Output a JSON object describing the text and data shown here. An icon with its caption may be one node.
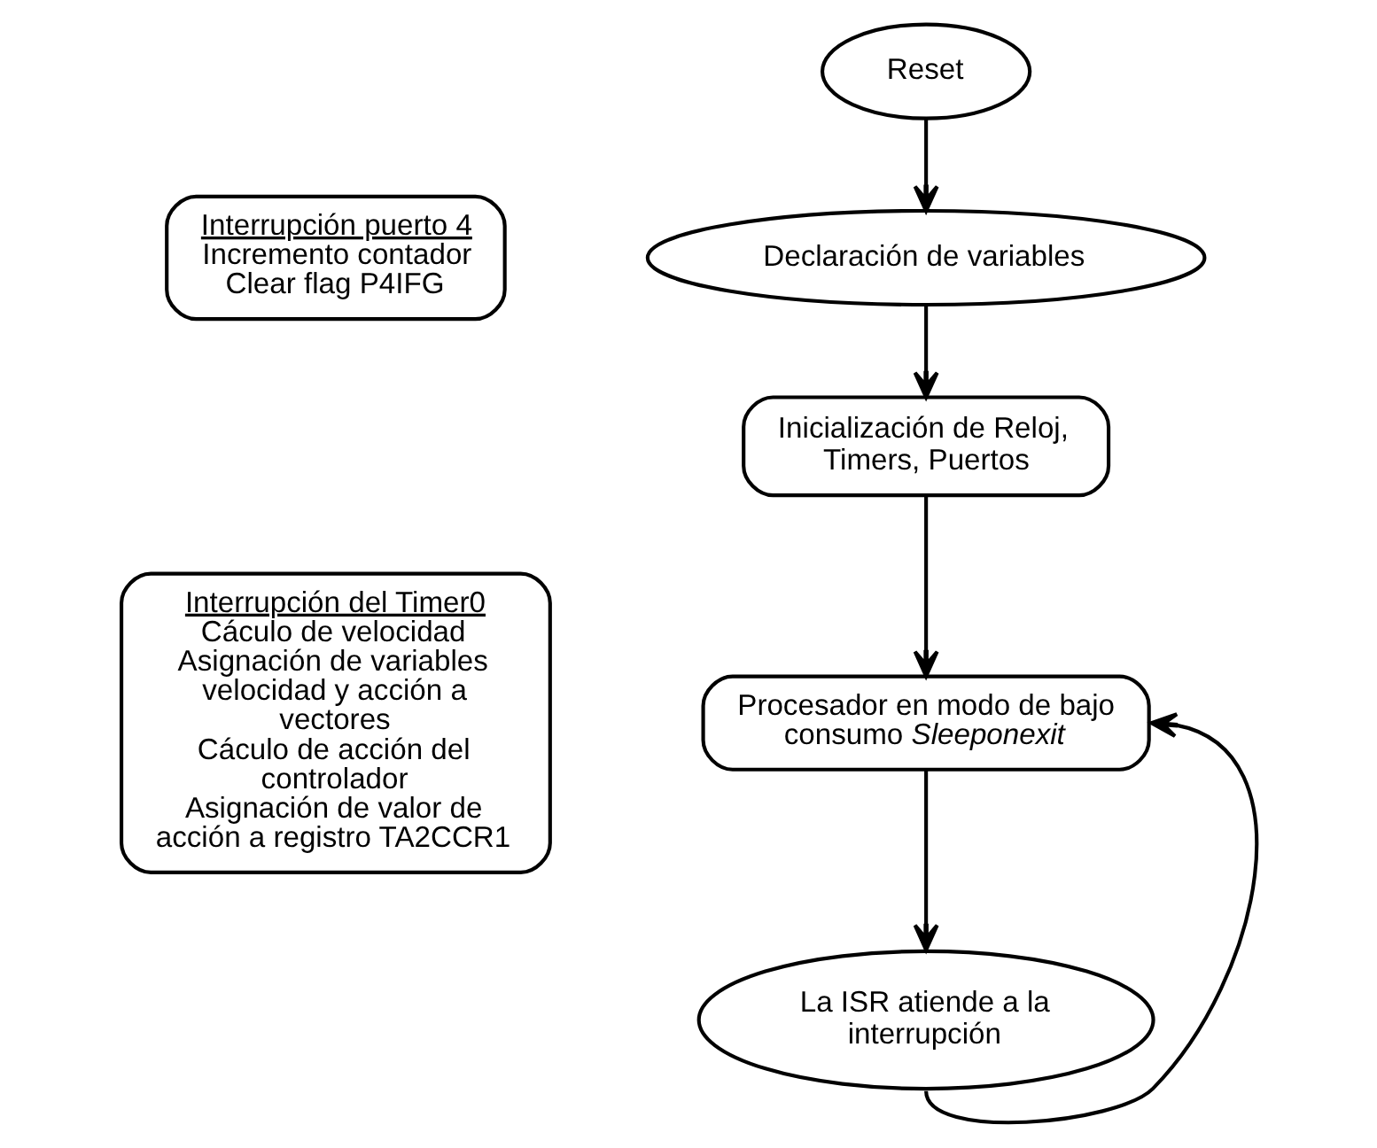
{
  "diagram": {
    "nodes": [
      {
        "text": [
          "Interrupción puerto 4",
          "Incremento contador",
          "Clear flag P4IFG"
        ]
      },
      {
        "text": [
          "Interrupción del Timer0",
          "Cáculo de velocidad",
          "Asignación de variables velocidad y acción a vectores",
          "Cáculo de acción del controlador",
          "Asignación de valor de acción a registro TA2CCR1"
        ]
      },
      {
        "text": [
          "Reset"
        ]
      },
      {
        "text": [
          "Declaración de variables"
        ]
      },
      {
        "text": [
          "Inicialización de Reloj, Timers, Puertos"
        ]
      },
      {
        "text": [
          "Procesador en modo de bajo consumo *Sleeponexit*"
        ]
      },
      {
        "text": [
          "La ISR atiende a la interrupción"
        ]
      }
    ],
    "edges": [
      {
        "from": 2,
        "to": 3,
        "arrow": "to"
      },
      {
        "from": 3,
        "to": 4,
        "arrow": "to"
      },
      {
        "from": 4,
        "to": 5,
        "arrow": "to"
      },
      {
        "from": 5,
        "to": 6,
        "arrow": "to"
      },
      {
        "from": 6,
        "to": 5,
        "arrow": "to"
      }
    ]
  }
}
